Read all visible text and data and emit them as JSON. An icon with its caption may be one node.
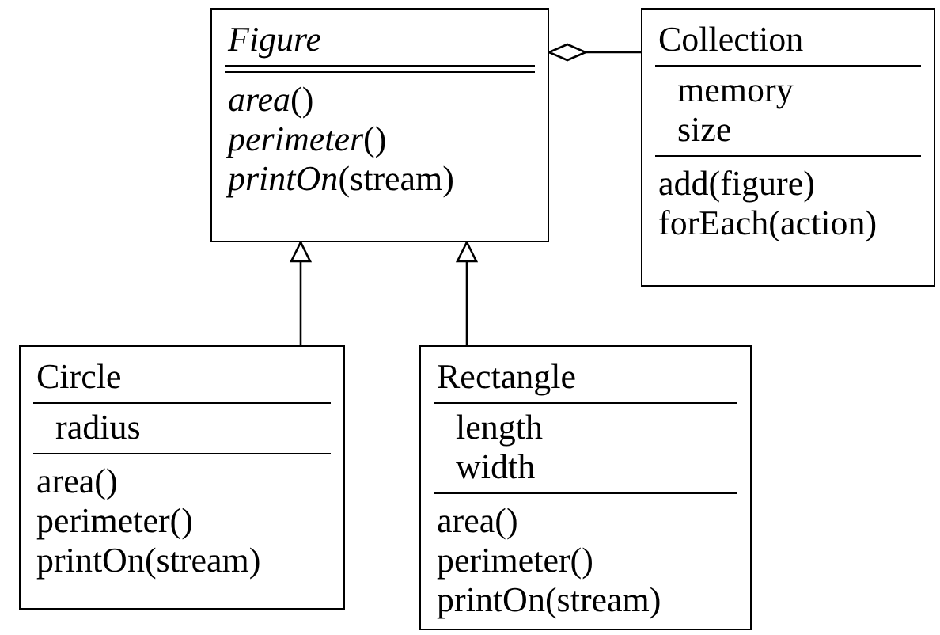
{
  "diagram": {
    "nodes": [
      {
        "text": [
          "Figure",
          "*area*()",
          "*perimeter*()",
          "*printOn*(stream)"
        ]
      },
      {
        "text": [
          "Collection",
          "memory",
          "size",
          "add(figure)",
          "forEach(action)"
        ]
      },
      {
        "text": [
          "Circle",
          "radius",
          "area()",
          "perimeter()",
          "printOn(stream)"
        ]
      },
      {
        "text": [
          "Rectangle",
          "length",
          "width",
          "area()",
          "perimeter()",
          "printOn(stream)"
        ]
      }
    ],
    "edges": [
      {
        "from": 2,
        "to": 0,
        "arrow": "to"
      },
      {
        "from": 3,
        "to": 0,
        "arrow": "to"
      },
      {
        "from": 1,
        "to": 0,
        "arrow": "other"
      }
    ]
  }
}
